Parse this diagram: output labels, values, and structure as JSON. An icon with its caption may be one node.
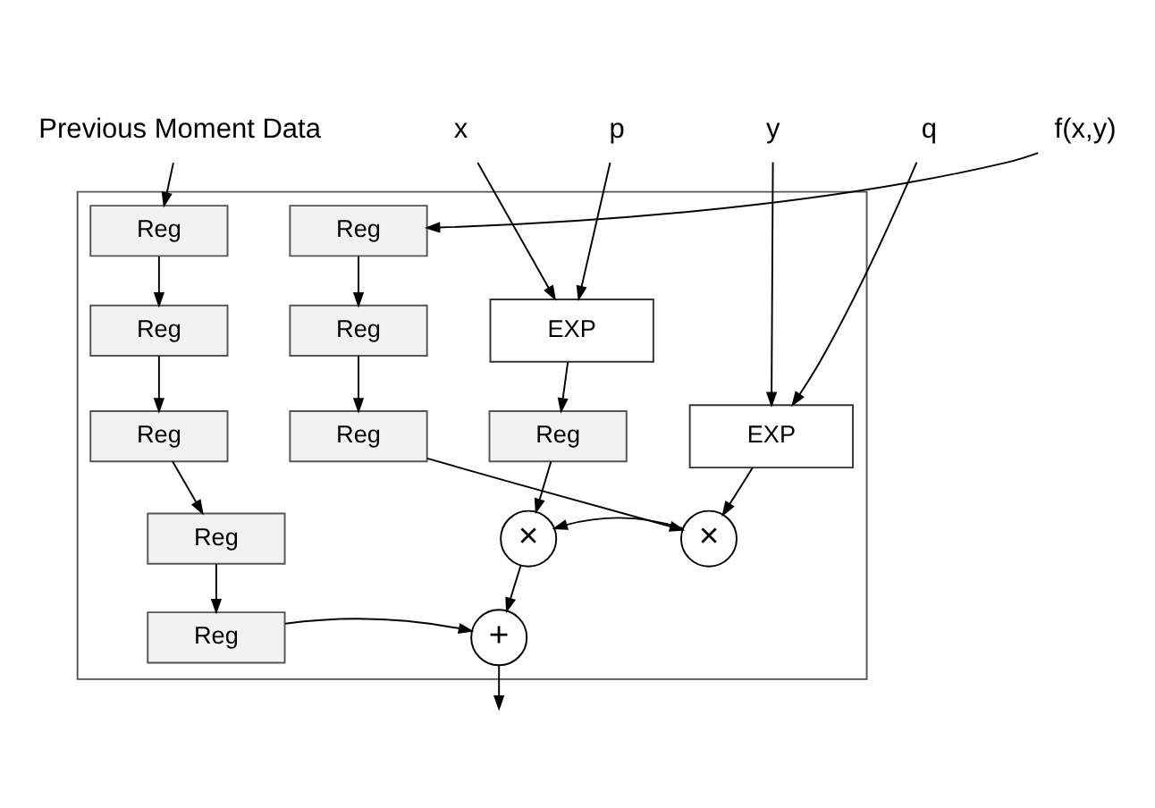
{
  "diagram": {
    "nodes": [
      {
        "text": [],
        "shape": "box"
      },
      {
        "text": [
          "Previous Moment Data"
        ]
      },
      {
        "text": [
          "x"
        ]
      },
      {
        "text": [
          "p"
        ]
      },
      {
        "text": [
          "y"
        ]
      },
      {
        "text": [
          "q"
        ]
      },
      {
        "text": [
          "f(x,y)"
        ]
      },
      {
        "text": [
          "Reg"
        ],
        "in": 0
      },
      {
        "text": [
          "Reg"
        ],
        "in": 0
      },
      {
        "text": [
          "Reg"
        ],
        "in": 0
      },
      {
        "text": [
          "Reg"
        ],
        "in": 0
      },
      {
        "text": [
          "Reg"
        ],
        "in": 0
      },
      {
        "text": [
          "EXP"
        ],
        "in": 0
      },
      {
        "text": [
          "Reg"
        ],
        "in": 0
      },
      {
        "text": [
          "EXP"
        ],
        "in": 0
      },
      {
        "text": [
          "Reg"
        ],
        "in": 0
      },
      {
        "text": [
          "Reg"
        ],
        "in": 0
      },
      {
        "text": [
          "Reg"
        ],
        "in": 0
      },
      {
        "text": [
          "×"
        ],
        "in": 0
      },
      {
        "text": [
          "×"
        ],
        "in": 0
      },
      {
        "text": [
          "+"
        ],
        "in": 0
      }
    ],
    "edges": [
      {
        "from": 1,
        "to": 7,
        "arrow": "to"
      },
      {
        "from": 7,
        "to": 8,
        "arrow": "to"
      },
      {
        "from": 8,
        "to": 9,
        "arrow": "to"
      },
      {
        "from": 9,
        "to": 10,
        "arrow": "to"
      },
      {
        "from": 10,
        "to": 11,
        "arrow": "to"
      },
      {
        "from": 2,
        "to": 12,
        "arrow": "to"
      },
      {
        "from": 3,
        "to": 12,
        "arrow": "to"
      },
      {
        "from": 12,
        "to": 13,
        "arrow": "to"
      },
      {
        "from": 4,
        "to": 14,
        "arrow": "to"
      },
      {
        "from": 5,
        "to": 14,
        "arrow": "to"
      },
      {
        "from": 6,
        "to": 15,
        "arrow": "to"
      },
      {
        "from": 15,
        "to": 16,
        "arrow": "to"
      },
      {
        "from": 16,
        "to": 17,
        "arrow": "to"
      },
      {
        "from": 13,
        "to": 18,
        "arrow": "to"
      },
      {
        "from": 14,
        "to": 19,
        "arrow": "to"
      },
      {
        "from": 17,
        "to": 19,
        "arrow": "to"
      },
      {
        "from": 19,
        "to": 18,
        "arrow": "to"
      },
      {
        "from": 18,
        "to": 20,
        "arrow": "to"
      },
      {
        "from": 11,
        "to": 20,
        "arrow": "to"
      },
      {
        "from": 20,
        "to": null,
        "arrow": "to"
      }
    ]
  }
}
